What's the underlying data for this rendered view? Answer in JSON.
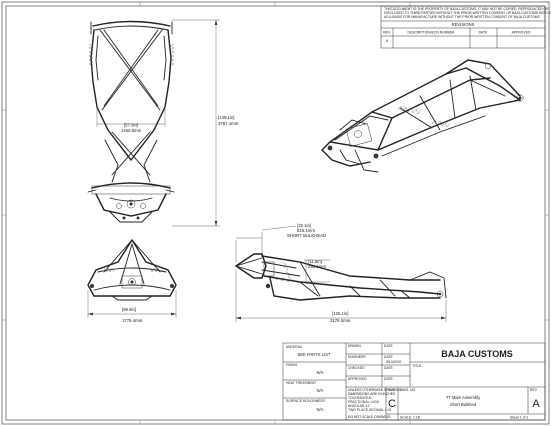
{
  "note": {
    "text": "THIS DOCUMENT IS THE PROPERTY OF BAJA CUSTOMS. IT MAY NOT BE COPIED, REPRODUCED OR DISCLOSED TO THIRD PARTIES WITHOUT THE PRIOR WRITTEN CONSENT OF BAJA CUSTOMS NOR USED AS A BASIS FOR MANUFACTURE WITHOUT THE PRIOR WRITTEN CONSENT OF BAJA CUSTOMS"
  },
  "revisions": {
    "title": "REVISIONS",
    "headers": [
      "REV.",
      "DESCRIPTION/ECN NUMBER",
      "DATE",
      "APPROVED"
    ],
    "rows": [
      [
        "A",
        "",
        "",
        ""
      ]
    ]
  },
  "dimensions": {
    "top_width": "[57.5in]\n1460.8mm",
    "top_height": "[149.1in]\n3787.4mm",
    "front_width": "[69.9in]\n1775.4mm",
    "side_bulkhead": "[32.1in]\n816.1mm",
    "side_bulkhead_label": "SHORT BULKHEAD",
    "side_height": "[11.5in]\n292.1mm",
    "side_length": "[125.1in]\n3178.5mm"
  },
  "titleblock": {
    "material_label": "MATERIAL",
    "material_value": "SEE PARTS LIST",
    "finish_label": "FINISH",
    "finish_value": "N/A",
    "heat_label": "HEAT TREATMENT",
    "heat_value": "N/A",
    "roughness_label": "SURFACE ROUGHNESS",
    "roughness_value": "N/A",
    "drawn_label": "DRAWN",
    "date_label": "DATE",
    "engineer_label": "ENGINEER",
    "engineer_date": "3/10/2020",
    "checked_label": "CHECKED",
    "approved_label": "APPROVED",
    "title_label": "TITLE:",
    "company": "BAJA CUSTOMS",
    "tolerance_note": "UNLESS OTHERWISE SPECIFIED DIMENSIONS ARE IN INCHES TOLERANCES: FRACTIONAL ±1/16 ANGULAR ±1° TWO PLACE DECIMAL ±.01 THREE PLACE DECIMAL ±.005",
    "no_scale": "DO NOT SCALE DRAWING",
    "size_label": "SIZE",
    "size_value": "C",
    "dwg_label": "DWG. NO.",
    "dwg_title_1": "TT Main Assembly",
    "dwg_title_2": "Short Bulkhed",
    "rev_label": "REV",
    "rev_value": "A",
    "scale": "SCALE: 1:18",
    "sheet": "Sheet 1 of 1"
  }
}
